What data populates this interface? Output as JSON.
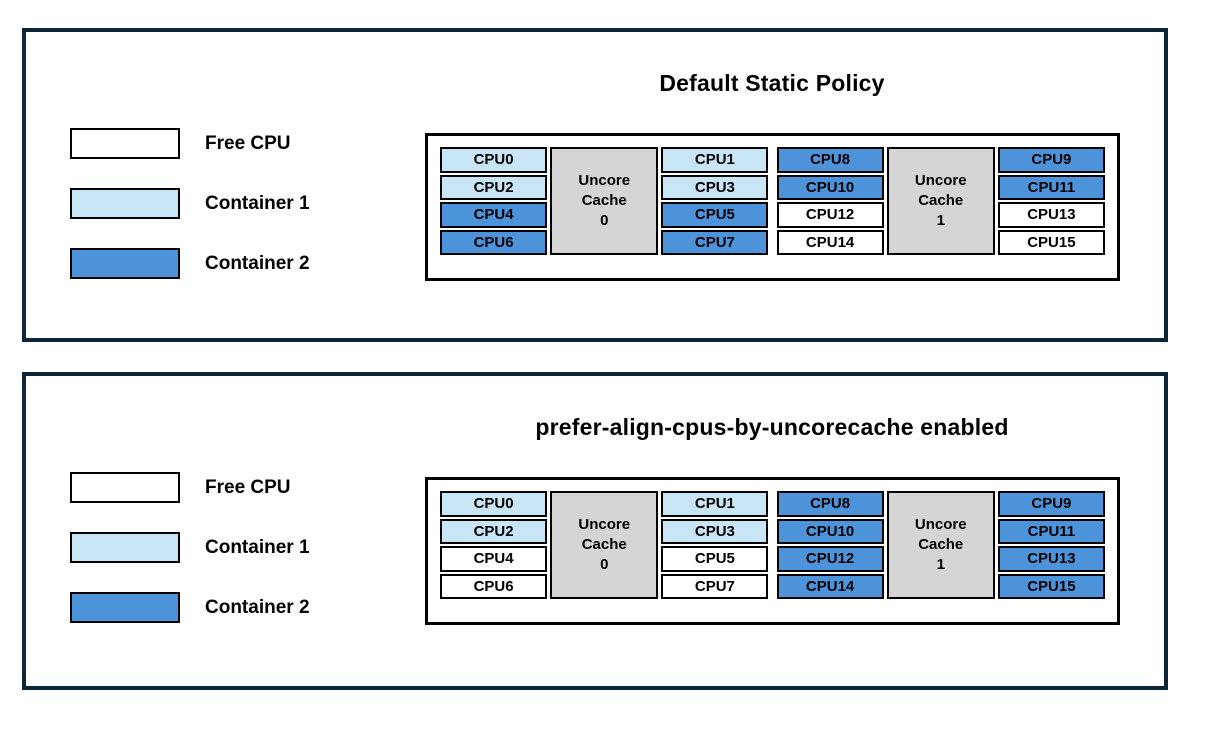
{
  "colors": {
    "page_background": "#FFFFFF",
    "panel_border": "#0D2637",
    "free": "#FFFFFF",
    "container1": "#C8E5F5",
    "container2": "#4D93D9",
    "uncore_cache": "#D5D5D5",
    "cell_border": "#000000",
    "text": "#000000"
  },
  "legend": {
    "items": [
      {
        "label": "Free CPU",
        "fill": "free"
      },
      {
        "label": "Container 1",
        "fill": "container1"
      },
      {
        "label": "Container 2",
        "fill": "container2"
      }
    ]
  },
  "panels": [
    {
      "title": "Default Static Policy",
      "diagram": {
        "groups": [
          {
            "uncore": {
              "name": "Uncore Cache",
              "id": "0"
            },
            "left": [
              {
                "label": "CPU0",
                "fill": "container1"
              },
              {
                "label": "CPU2",
                "fill": "container1"
              },
              {
                "label": "CPU4",
                "fill": "container2"
              },
              {
                "label": "CPU6",
                "fill": "container2"
              }
            ],
            "right": [
              {
                "label": "CPU1",
                "fill": "container1"
              },
              {
                "label": "CPU3",
                "fill": "container1"
              },
              {
                "label": "CPU5",
                "fill": "container2"
              },
              {
                "label": "CPU7",
                "fill": "container2"
              }
            ]
          },
          {
            "uncore": {
              "name": "Uncore Cache",
              "id": "1"
            },
            "left": [
              {
                "label": "CPU8",
                "fill": "container2"
              },
              {
                "label": "CPU10",
                "fill": "container2"
              },
              {
                "label": "CPU12",
                "fill": "free"
              },
              {
                "label": "CPU14",
                "fill": "free"
              }
            ],
            "right": [
              {
                "label": "CPU9",
                "fill": "container2"
              },
              {
                "label": "CPU11",
                "fill": "container2"
              },
              {
                "label": "CPU13",
                "fill": "free"
              },
              {
                "label": "CPU15",
                "fill": "free"
              }
            ]
          }
        ]
      }
    },
    {
      "title": "prefer-align-cpus-by-uncorecache enabled",
      "diagram": {
        "groups": [
          {
            "uncore": {
              "name": "Uncore Cache",
              "id": "0"
            },
            "left": [
              {
                "label": "CPU0",
                "fill": "container1"
              },
              {
                "label": "CPU2",
                "fill": "container1"
              },
              {
                "label": "CPU4",
                "fill": "free"
              },
              {
                "label": "CPU6",
                "fill": "free"
              }
            ],
            "right": [
              {
                "label": "CPU1",
                "fill": "container1"
              },
              {
                "label": "CPU3",
                "fill": "container1"
              },
              {
                "label": "CPU5",
                "fill": "free"
              },
              {
                "label": "CPU7",
                "fill": "free"
              }
            ]
          },
          {
            "uncore": {
              "name": "Uncore Cache",
              "id": "1"
            },
            "left": [
              {
                "label": "CPU8",
                "fill": "container2"
              },
              {
                "label": "CPU10",
                "fill": "container2"
              },
              {
                "label": "CPU12",
                "fill": "container2"
              },
              {
                "label": "CPU14",
                "fill": "container2"
              }
            ],
            "right": [
              {
                "label": "CPU9",
                "fill": "container2"
              },
              {
                "label": "CPU11",
                "fill": "container2"
              },
              {
                "label": "CPU13",
                "fill": "container2"
              },
              {
                "label": "CPU15",
                "fill": "container2"
              }
            ]
          }
        ]
      }
    }
  ]
}
